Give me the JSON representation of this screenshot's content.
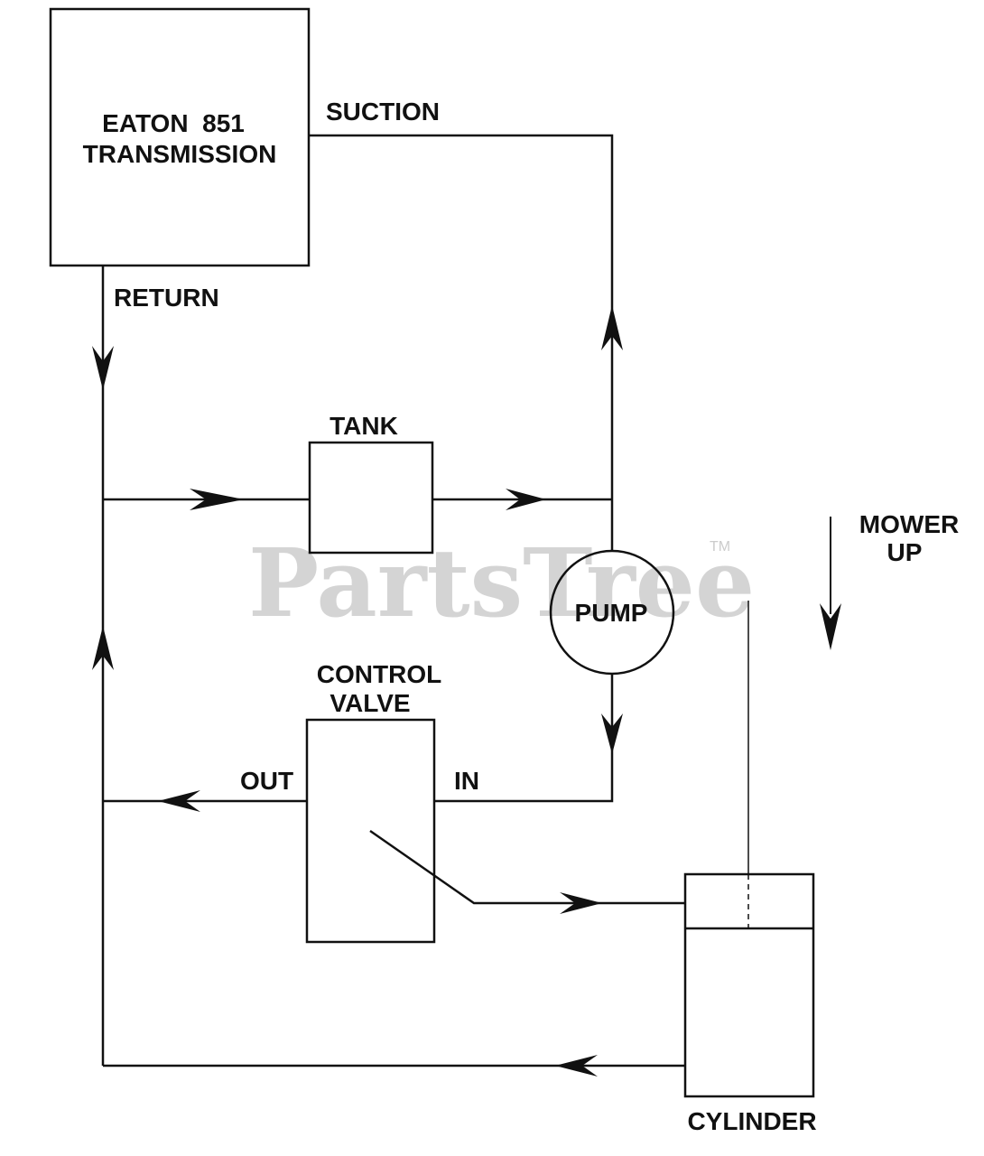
{
  "diagram": {
    "components": {
      "transmission_line1": "EATON  851",
      "transmission_line2": "TRANSMISSION",
      "tank": "TANK",
      "pump": "PUMP",
      "control_valve_line1": "CONTROL",
      "control_valve_line2": "VALVE",
      "cylinder": "CYLINDER"
    },
    "ports": {
      "suction": "SUCTION",
      "return": "RETURN",
      "out": "OUT",
      "in": "IN"
    },
    "annotations": {
      "mower_line1": "MOWER",
      "mower_line2": "UP"
    },
    "watermark": {
      "brand": "PartsTree",
      "trademark": "TM"
    },
    "colors": {
      "line": "#111111",
      "background": "#ffffff",
      "watermark": "#d4d4d4"
    }
  }
}
